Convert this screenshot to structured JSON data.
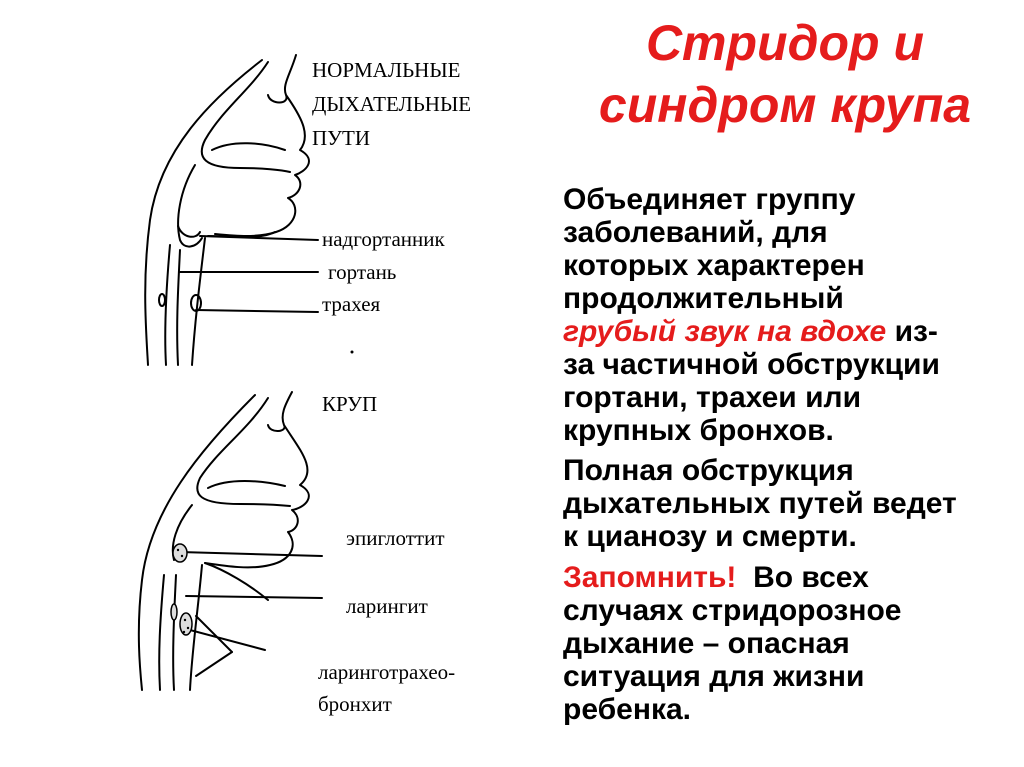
{
  "title": {
    "line1": "Стридор и",
    "line2": "синдром крупа"
  },
  "colors": {
    "accent": "#e51c1c",
    "text": "#000000"
  },
  "figure": {
    "top": {
      "heading": [
        "НОРМАЛЬНЫЕ",
        "ДЫХАТЕЛЬНЫЕ",
        "ПУТИ"
      ],
      "labels": {
        "epiglottis": "надгортанник",
        "larynx": "гортань",
        "trachea": "трахея"
      }
    },
    "bottom": {
      "heading": "КРУП",
      "labels": {
        "epiglottitis": "эпиглоттит",
        "laryngitis": "ларингит",
        "ltb1": "ларинготрахео-",
        "ltb2": "бронхит"
      }
    }
  },
  "paragraphs": {
    "p1": {
      "lines": [
        "Объединяет группу",
        "заболеваний, для",
        "которых характерен",
        "продолжительный"
      ],
      "highlight": "грубый звук на вдохе",
      "after_highlight": " из-",
      "lines_end": [
        "за частичной обструкции",
        "гортани,  трахеи или",
        "крупных бронхов."
      ]
    },
    "p2": {
      "lines": [
        "Полная обструкция",
        "дыхательных путей ведет",
        "к цианозу и смерти."
      ]
    },
    "p3": {
      "highlight": "Запомнить!",
      "first": "  Во всех",
      "lines": [
        "случаях  стридорозное",
        "дыхание – опасная",
        "ситуация для жизни",
        "ребенка."
      ]
    }
  }
}
